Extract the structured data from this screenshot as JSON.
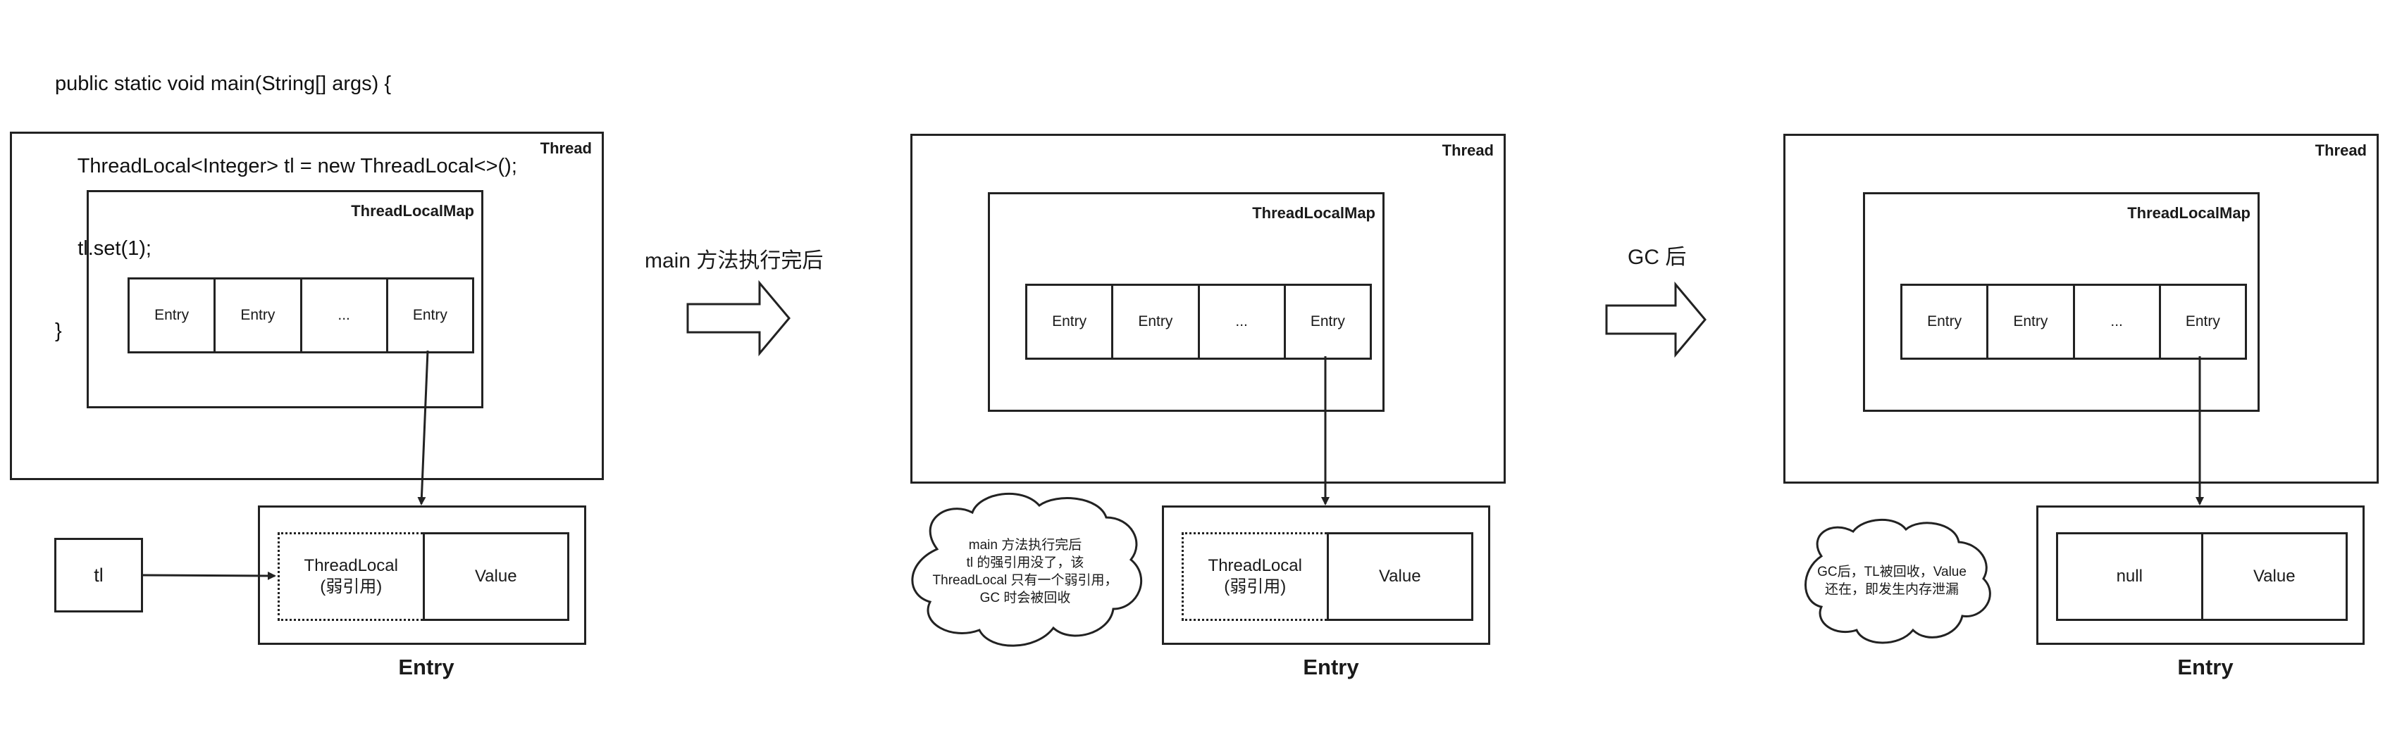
{
  "code": {
    "line1": "public static void main(String[] args) {",
    "line2": "    ThreadLocal<Integer> tl = new ThreadLocal<>();",
    "line3": "    tl.set(1);",
    "line4": "}"
  },
  "labels": {
    "thread": "Thread",
    "map": "ThreadLocalMap",
    "entry": "Entry",
    "ellipsis": "...",
    "threadlocal": "ThreadLocal",
    "weak": "(弱引用)",
    "value": "Value",
    "null": "null",
    "tl": "tl"
  },
  "steps": {
    "step1": "main 方法执行完后",
    "step2": "GC 后"
  },
  "notes": {
    "cloud1": [
      "main 方法执行完后",
      "tl 的强引用没了，该",
      "ThreadLocal 只有一个弱引用，",
      "GC 时会被回收"
    ],
    "cloud2": [
      "GC后，TL被回收，Value",
      "还在，即发生内存泄漏"
    ]
  }
}
